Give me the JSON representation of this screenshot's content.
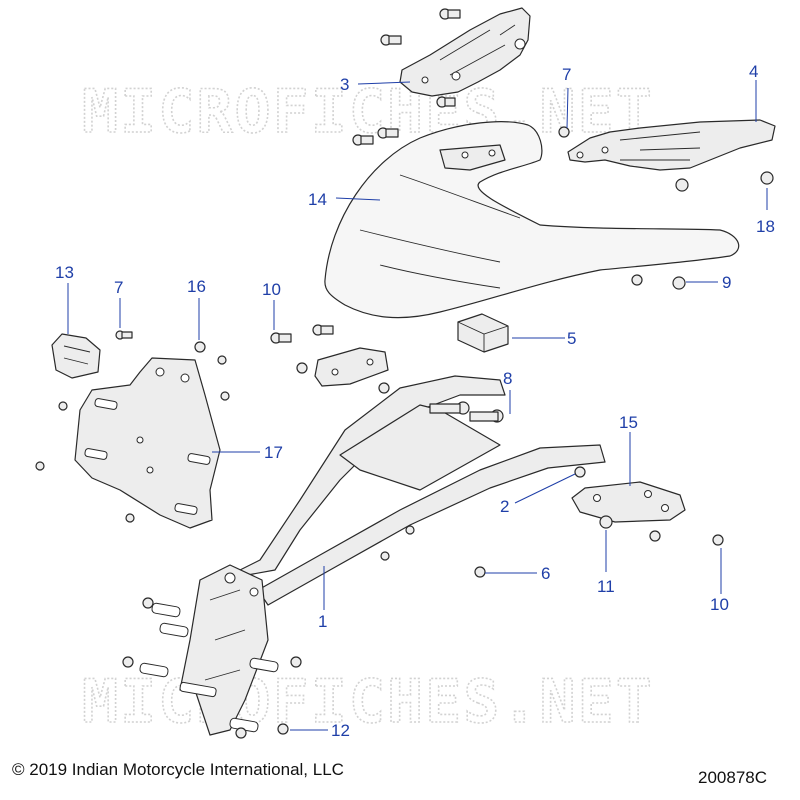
{
  "watermark": {
    "top": "MICROFICHES.NET",
    "bottom": "MICROFICHES.NET"
  },
  "callouts": {
    "c1": "1",
    "c2": "2",
    "c3": "3",
    "c4": "4",
    "c5": "5",
    "c6": "6",
    "c7a": "7",
    "c7b": "7",
    "c8": "8",
    "c9": "9",
    "c10a": "10",
    "c10b": "10",
    "c11": "11",
    "c12": "12",
    "c13": "13",
    "c14": "14",
    "c15": "15",
    "c16": "16",
    "c17": "17",
    "c18": "18"
  },
  "footer": {
    "copyright": "© 2019 Indian Motorcycle International, LLC",
    "diagram_id": "200878C"
  },
  "colors": {
    "callout": "#1f3fa8",
    "line": "#2a2a2a",
    "part_fill": "#ededed",
    "watermark": "#d2d2d2"
  }
}
